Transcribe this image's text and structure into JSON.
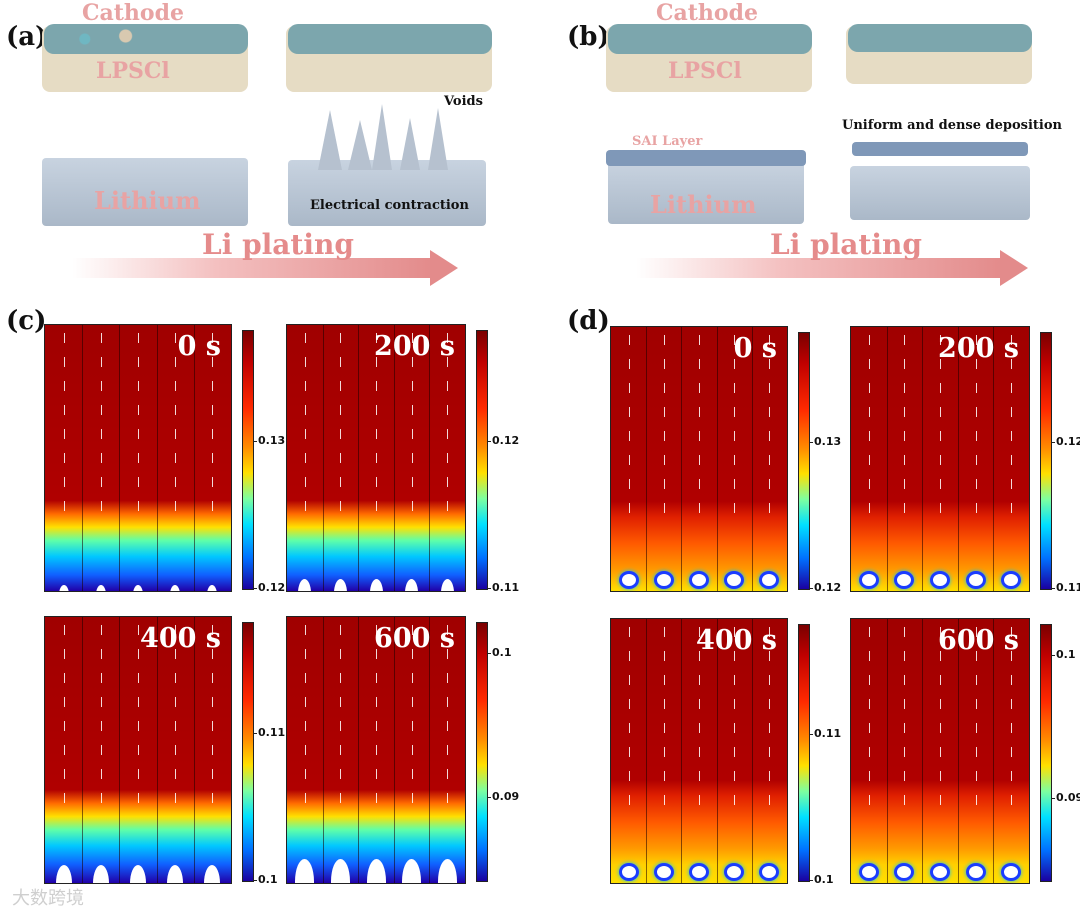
{
  "panel_a": {
    "label": "(a)",
    "cathode": "Cathode",
    "lpscl": "LPSCl",
    "lithium": "Lithium",
    "voids": "Voids",
    "electrical": "Electrical contraction",
    "plating": "Li plating"
  },
  "panel_b": {
    "label": "(b)",
    "cathode": "Cathode",
    "lpscl": "LPSCl",
    "lithium": "Lithium",
    "sai": "SAI Layer",
    "uniform": "Uniform and dense deposition",
    "plating": "Li plating"
  },
  "panel_c": {
    "label": "(c)",
    "plots": [
      {
        "time": "0 s",
        "ticks": [
          "0.13",
          "0.12"
        ]
      },
      {
        "time": "200 s",
        "ticks": [
          "0.12",
          "0.11"
        ]
      },
      {
        "time": "400 s",
        "ticks": [
          "0.11",
          "0.1"
        ]
      },
      {
        "time": "600 s",
        "ticks": [
          "0.1",
          "0.09"
        ]
      }
    ]
  },
  "panel_d": {
    "label": "(d)",
    "plots": [
      {
        "time": "0 s",
        "ticks": [
          "0.13",
          "0.12"
        ]
      },
      {
        "time": "200 s",
        "ticks": [
          "0.12",
          "0.11"
        ]
      },
      {
        "time": "400 s",
        "ticks": [
          "0.11",
          "0.1"
        ]
      },
      {
        "time": "600 s",
        "ticks": [
          "0.1",
          "0.09"
        ]
      }
    ]
  },
  "watermark": "大数跨境",
  "colors": {
    "label_pink": "#e8a3a3",
    "arrow_pink": "#e38b8b",
    "hot": "#a40000",
    "cold": "#1a00a0"
  }
}
